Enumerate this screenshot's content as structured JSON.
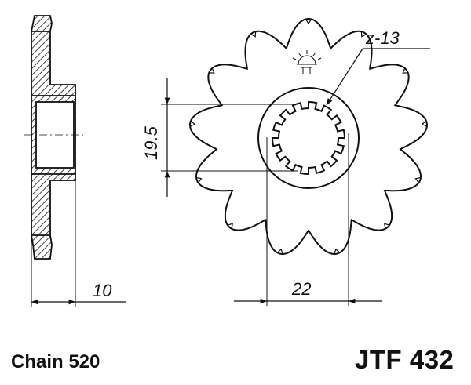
{
  "dimensions": {
    "teeth": "z-13",
    "spline_diameter": "19.5",
    "width": "10",
    "outer_reference": "22"
  },
  "footer": {
    "chain": "Chain 520",
    "part_number": "JTF 432"
  },
  "icons": {
    "logo": "sun-pi-logo-icon",
    "hatch": "hatch-pattern"
  },
  "colors": {
    "line": "#111111",
    "background": "#ffffff"
  }
}
